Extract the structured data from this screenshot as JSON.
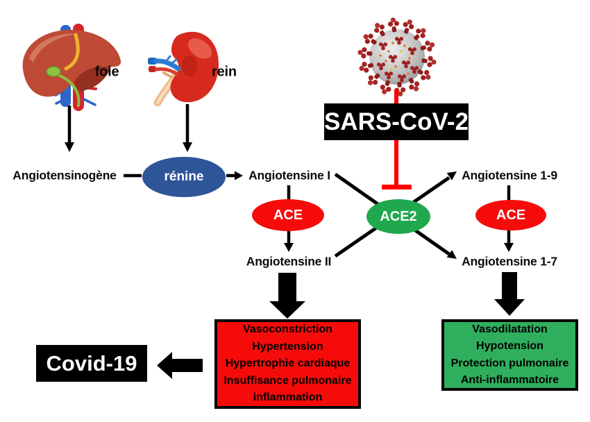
{
  "organs": {
    "liver_label": "foie",
    "kidney_label": "rein"
  },
  "nodes": {
    "angiotensinogen": "Angiotensinogène",
    "renin": "rénine",
    "angiotensin_i": "Angiotensine I",
    "ace_left": "ACE",
    "angiotensin_ii": "Angiotensine II",
    "ace2": "ACE2",
    "angiotensin_1_9": "Angiotensine 1-9",
    "ace_right": "ACE",
    "angiotensin_1_7": "Angiotensine 1-7"
  },
  "boxes": {
    "sars_label": "SARS-CoV-2",
    "covid_label": "Covid-19",
    "ang_ii_effects": [
      "Vasoconstriction",
      "Hypertension",
      "Hypertrophie cardiaque",
      "Insuffisance pulmonaire",
      "inflammation"
    ],
    "ang_17_effects": [
      "Vasodilatation",
      "Hypotension",
      "Protection pulmonaire",
      "Anti-inflammatoire"
    ]
  },
  "icons": {
    "virus": "coronavirus-image",
    "liver": "liver-illustration",
    "kidney": "kidney-illustration",
    "inhibitor": "red-t-inhibitor-line",
    "arrows": "black-arrow-connectors"
  },
  "colors": {
    "enzyme_red": "#F60B0B",
    "inhibition_red": "#FF0000",
    "renin_blue": "#2E5597",
    "ace2_green": "#1FA84D",
    "effects_green": "#2FAF5D",
    "effects_red": "#F60B0B",
    "box_black": "#000000",
    "text_black": "#0B0B0B"
  }
}
